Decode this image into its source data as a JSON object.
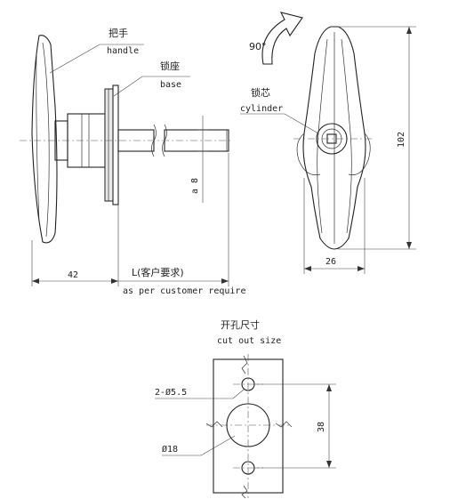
{
  "labels": {
    "handle_cn": "把手",
    "handle_en": "handle",
    "base_cn": "锁座",
    "base_en": "base",
    "cylinder_cn": "锁芯",
    "cylinder_en": "cylinder",
    "rotation": "90°",
    "dim_42": "42",
    "dim_L": "L(客户要求)",
    "dim_L_en": "as per customer require",
    "dim_a8": "a 8",
    "dim_26": "26",
    "dim_102": "102",
    "cutout_cn": "开孔尺寸",
    "cutout_en": "cut out size",
    "holes": "2-Ø5.5",
    "dia18": "Ø18",
    "dim_38": "38"
  }
}
